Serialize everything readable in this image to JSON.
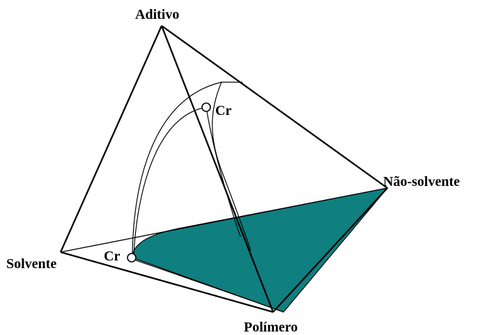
{
  "diagram": {
    "vertices": {
      "aditivo": "Aditivo",
      "solvente": "Solvente",
      "polimero": "Polímero",
      "nao_solvente": "Não-solvente"
    },
    "critical_points": {
      "upper": "Cr",
      "lower": "Cr"
    },
    "colors": {
      "region_fill": "#0f7f7f",
      "line": "#000000",
      "background": "#ffffff"
    }
  }
}
